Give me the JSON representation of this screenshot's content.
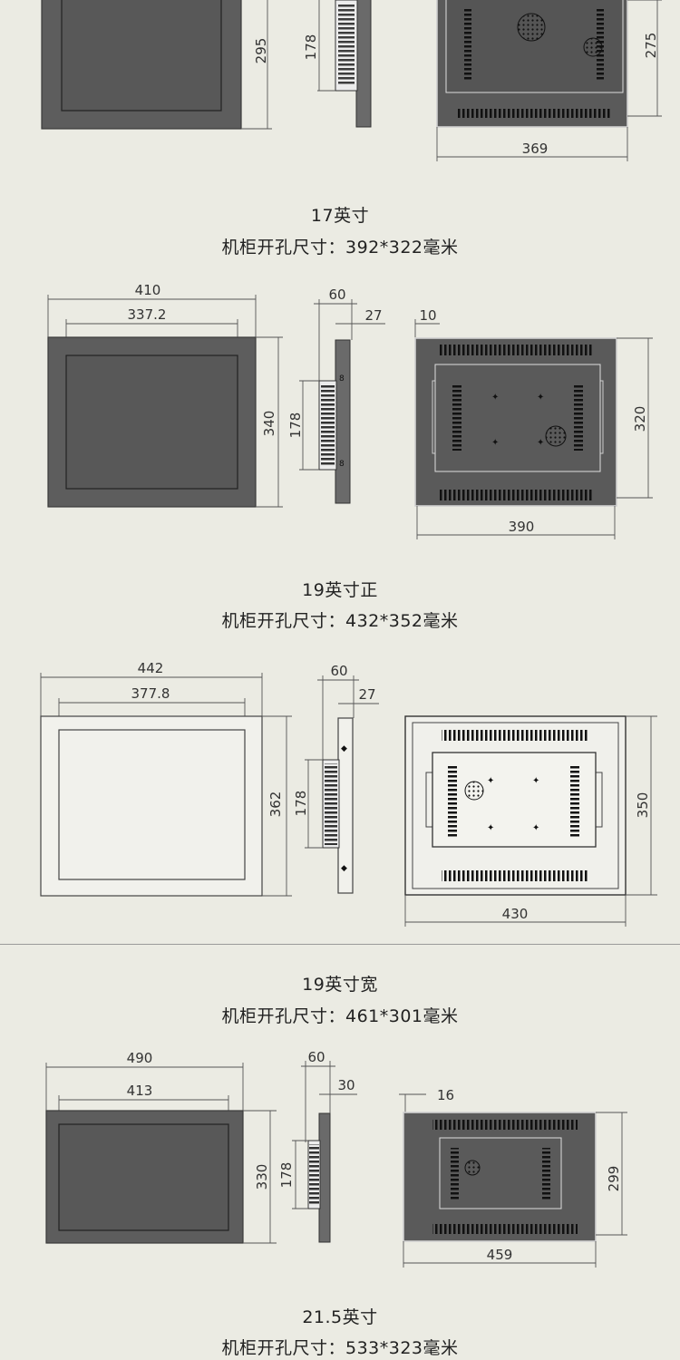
{
  "section_top": {
    "front_height": "295",
    "side_bracket": "178",
    "back_height": "275",
    "back_width": "369"
  },
  "section_17": {
    "title": "17英寸",
    "cutout": "机柜开孔尺寸：392*322毫米",
    "outer_width": "410",
    "inner_width": "337.2",
    "front_height": "340",
    "side_depth": "60",
    "side_inner": "27",
    "side_bracket": "178",
    "back_offset": "10",
    "back_height": "320",
    "back_width": "390"
  },
  "section_19sq": {
    "title": "19英寸正",
    "cutout": "机柜开孔尺寸：432*352毫米",
    "outer_width": "442",
    "inner_width": "377.8",
    "front_height": "362",
    "side_depth": "60",
    "side_inner": "27",
    "side_bracket": "178",
    "back_height": "350",
    "back_width": "430"
  },
  "section_19wide": {
    "title": "19英寸宽",
    "cutout": "机柜开孔尺寸：461*301毫米",
    "outer_width": "490",
    "inner_width": "413",
    "front_height": "330",
    "side_depth": "60",
    "side_inner": "30",
    "side_bracket": "178",
    "back_offset": "16",
    "back_height": "299",
    "back_width": "459"
  },
  "section_215": {
    "title": "21.5英寸",
    "cutout": "机柜开孔尺寸：533*323毫米"
  }
}
